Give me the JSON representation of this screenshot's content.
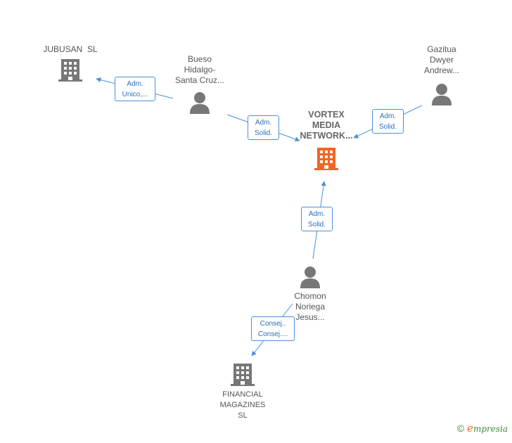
{
  "nodes": {
    "jubusan": {
      "lines": [
        "JUBUSAN  SL"
      ],
      "type": "company"
    },
    "bueso": {
      "lines": [
        "Bueso",
        "Hidalgo-",
        "Santa Cruz..."
      ],
      "type": "person"
    },
    "gazitua": {
      "lines": [
        "Gazitua",
        "Dwyer",
        "Andrew..."
      ],
      "type": "person"
    },
    "vortex": {
      "lines": [
        "VORTEX",
        "MEDIA",
        "NETWORK..."
      ],
      "type": "company-main"
    },
    "chomon": {
      "lines": [
        "Chomon",
        "Noriega",
        "Jesus..."
      ],
      "type": "person"
    },
    "financial": {
      "lines": [
        "FINANCIAL",
        "MAGAZINES",
        "SL"
      ],
      "type": "company"
    }
  },
  "relations": {
    "bueso_jubusan": [
      "Adm.",
      "Unico,..."
    ],
    "bueso_vortex": [
      "Adm.",
      "Solid."
    ],
    "gazitua_vortex": [
      "Adm.",
      "Solid."
    ],
    "chomon_vortex": [
      "Adm.",
      "Solid."
    ],
    "chomon_financial": [
      "Consej..",
      "Consej...."
    ]
  },
  "footer": {
    "copyright": "©",
    "brand_first": "e",
    "brand_rest": "mpresia"
  },
  "colors": {
    "edge": "#4a90d9",
    "icon": "#777777",
    "main_icon": "#f26522"
  }
}
